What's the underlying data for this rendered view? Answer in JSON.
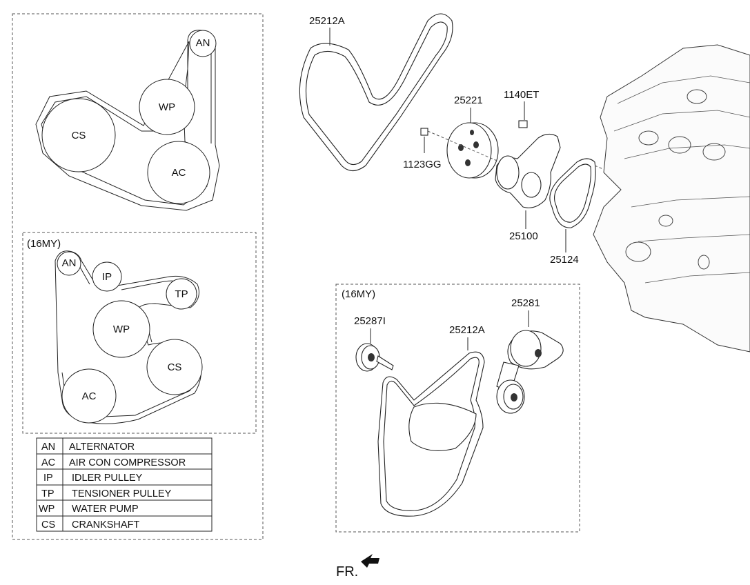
{
  "left_top": {
    "pulleys": {
      "an": "AN",
      "wp": "WP",
      "cs": "CS",
      "ac": "AC"
    }
  },
  "left_16my": {
    "tag": "(16MY)",
    "pulleys": {
      "an": "AN",
      "ip": "IP",
      "tp": "TP",
      "wp": "WP",
      "cs": "CS",
      "ac": "AC"
    }
  },
  "legend": [
    {
      "code": "AN",
      "name": "ALTERNATOR"
    },
    {
      "code": "AC",
      "name": "AIR CON COMPRESSOR"
    },
    {
      "code": "IP",
      "name": "IDLER PULLEY"
    },
    {
      "code": "TP",
      "name": "TENSIONER PULLEY"
    },
    {
      "code": "WP",
      "name": "WATER PUMP"
    },
    {
      "code": "CS",
      "name": "CRANKSHAFT"
    }
  ],
  "parts": {
    "belt_top": "25212A",
    "pulley": "25221",
    "bolt_right": "1140ET",
    "bolt_left": "1123GG",
    "pump": "25100",
    "gasket": "25124"
  },
  "right_16my": {
    "tag": "(16MY)",
    "tensioner": "25281",
    "idler": "25287I",
    "belt": "25212A"
  },
  "fr_label": "FR."
}
